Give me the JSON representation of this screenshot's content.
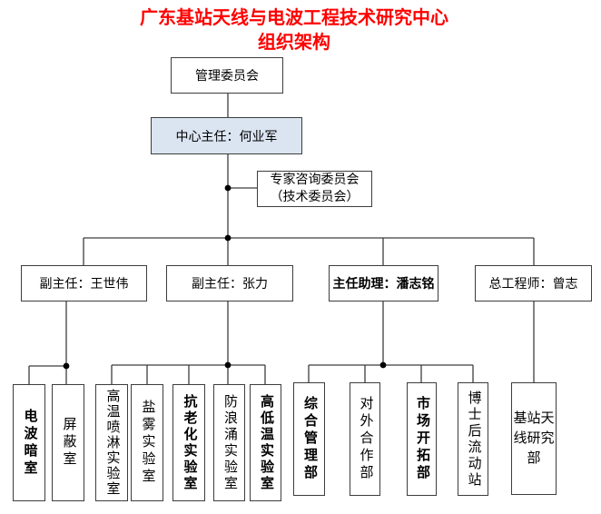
{
  "title": {
    "line1": "广东基站天线与电波工程技术研究中心",
    "line2": "组织架构"
  },
  "colors": {
    "title_red": "#ff0000",
    "connector_line": "#3d3d3d",
    "director_fill": "#dbe5f1",
    "box_border": "#3d3d3d"
  },
  "org": {
    "management": {
      "label": "管理委员会"
    },
    "director": {
      "label": "中心主任：何业军"
    },
    "expert": {
      "line1": "专家咨询委员会",
      "line2": "（技术委员会）"
    },
    "level2": [
      {
        "label": "副主任：王世伟"
      },
      {
        "label": "副主任：张力"
      },
      {
        "label": "主任助理：潘志铭"
      },
      {
        "label": "总工程师：曾志"
      }
    ],
    "level3": [
      {
        "label": "电波暗室"
      },
      {
        "label": "屏蔽室"
      },
      {
        "label": "高温喷淋实验室"
      },
      {
        "label": "盐雾实验室"
      },
      {
        "label": "抗老化实验室"
      },
      {
        "label": "防浪涌实验室"
      },
      {
        "label": "高低温实验室"
      },
      {
        "label": "综合管理部"
      },
      {
        "label": "对外合作部"
      },
      {
        "label": "市场开拓部"
      },
      {
        "label": "博士后流动站"
      },
      {
        "label": "基站天线研究部"
      }
    ]
  }
}
